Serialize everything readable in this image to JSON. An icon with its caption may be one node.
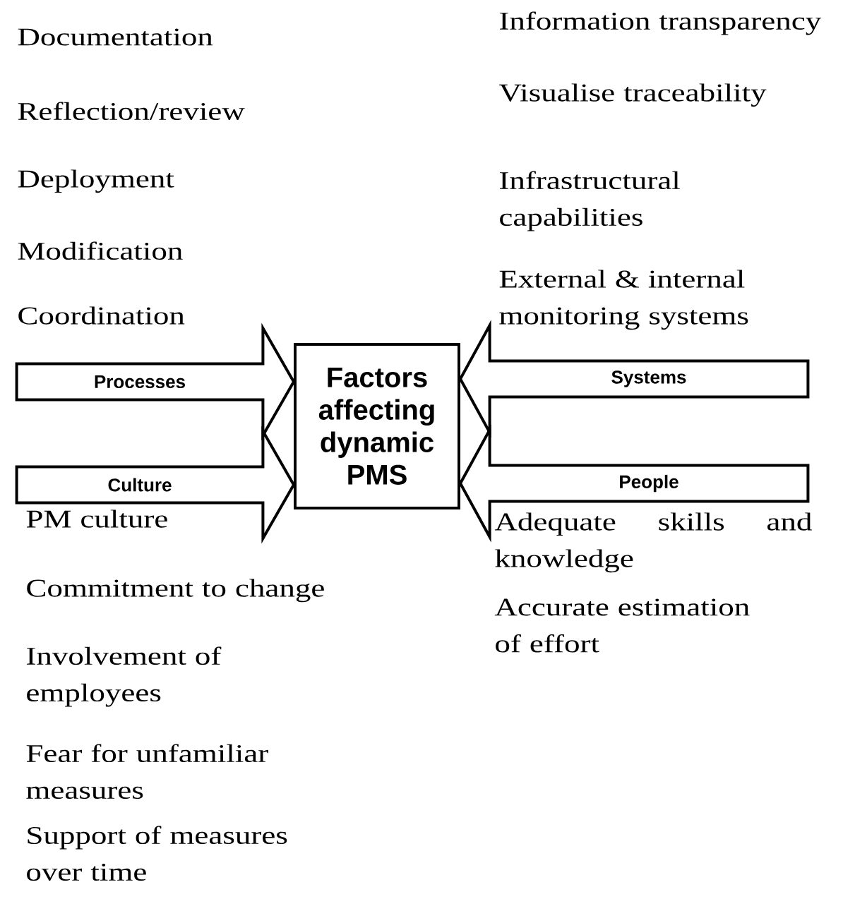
{
  "diagram": {
    "nodes": [
      {
        "text": [
          "Factors affecting dynamic PMS"
        ]
      },
      {
        "text": [
          "Processes"
        ]
      },
      {
        "text": [
          "Systems"
        ]
      },
      {
        "text": [
          "Culture"
        ]
      },
      {
        "text": [
          "People"
        ]
      }
    ],
    "edges": [
      {
        "from": 1,
        "to": 0,
        "arrow": "to"
      },
      {
        "from": 2,
        "to": 0,
        "arrow": "to"
      },
      {
        "from": 3,
        "to": 0,
        "arrow": "to"
      },
      {
        "from": 4,
        "to": 0,
        "arrow": "to"
      }
    ],
    "labels": [
      "Information transparency",
      "Documentation",
      "Visualise traceability",
      "Reflection/review",
      "Deployment",
      "Infrastructural capabilities",
      "Modification",
      "External & internal monitoring systems",
      "Coordination",
      "PM culture",
      "Adequate skills and knowledge",
      "Commitment to change",
      "Accurate estimation of effort",
      "Involvement of employees",
      "Fear for unfamiliar measures",
      "Support of measures over time"
    ]
  }
}
